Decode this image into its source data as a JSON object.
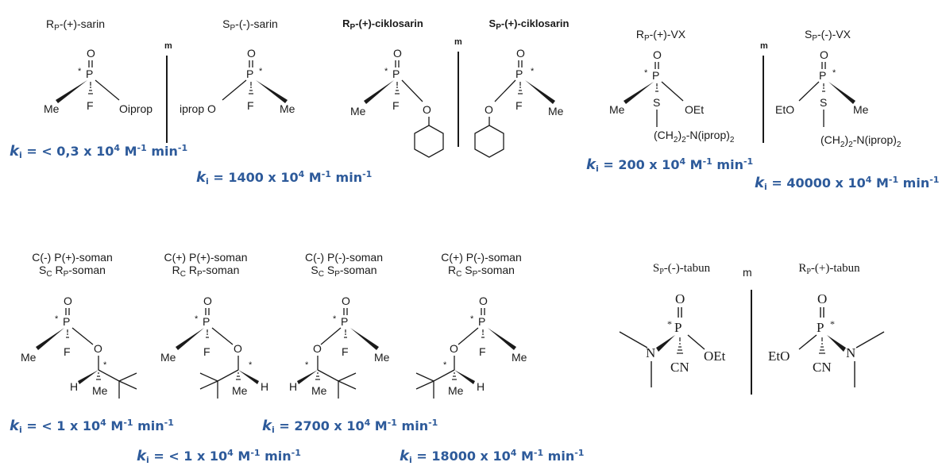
{
  "top_row": {
    "labels": [
      {
        "prefix": "R",
        "sub": "P",
        "suffix": "-(+)-sarin"
      },
      {
        "prefix": "S",
        "sub": "P",
        "suffix": "-(-)-sarin"
      },
      {
        "prefix": "R",
        "sub": "P",
        "suffix": "-(+)-ciklosarin"
      },
      {
        "prefix": "S",
        "sub": "P",
        "suffix": "-(+)-ciklosarin"
      },
      {
        "prefix": "R",
        "sub": "P",
        "suffix": "-(+)-VX"
      },
      {
        "prefix": "S",
        "sub": "P",
        "suffix": "-(-)-VX"
      }
    ],
    "mirror_mark": "m",
    "rates": [
      {
        "k": "k",
        "i": "i",
        "value": "= < 0,3 x 10",
        "exp": "4",
        "unit": " M",
        "uexp": "-1",
        "tail": " min",
        "texp": "-1"
      },
      {
        "k": "k",
        "i": "i",
        "value": "= 1400 x 10",
        "exp": "4",
        "unit": " M",
        "uexp": "-1",
        "tail": " min",
        "texp": "-1"
      },
      {
        "k": "k",
        "i": "i",
        "value": "= 200 x 10",
        "exp": "4",
        "unit": " M",
        "uexp": "-1",
        "tail": " min",
        "texp": "-1"
      },
      {
        "k": "k",
        "i": "i",
        "value": "= 40000 x 10",
        "exp": "4",
        "unit": " M",
        "uexp": "-1",
        "tail": " min",
        "texp": "-1"
      }
    ]
  },
  "bottom_row": {
    "soman_labels": [
      {
        "line1": "C(-) P(+)-soman",
        "l2a": "S",
        "l2sub": "C",
        "l2b": " R",
        "l2sub2": "P",
        "l2c": "-soman"
      },
      {
        "line1": "C(+) P(+)-soman",
        "l2a": "R",
        "l2sub": "C",
        "l2b": " R",
        "l2sub2": "P",
        "l2c": "-soman"
      },
      {
        "line1": "C(-) P(-)-soman",
        "l2a": "S",
        "l2sub": "C",
        "l2b": " S",
        "l2sub2": "P",
        "l2c": "-soman"
      },
      {
        "line1": "C(+) P(-)-soman",
        "l2a": "R",
        "l2sub": "C",
        "l2b": " S",
        "l2sub2": "P",
        "l2c": "-soman"
      }
    ],
    "tabun_labels": [
      {
        "prefix": "S",
        "sub": "P",
        "suffix": "-(-)-tabun"
      },
      {
        "prefix": "R",
        "sub": "P",
        "suffix": "-(+)-tabun"
      }
    ],
    "mirror_mark": "m",
    "rates": [
      {
        "k": "k",
        "i": "i",
        "value": "= < 1 x 10",
        "exp": "4",
        "unit": " M",
        "uexp": "-1",
        "tail": " min",
        "texp": "-1"
      },
      {
        "k": "k",
        "i": "i",
        "value": "= 2700 x 10",
        "exp": "4",
        "unit": " M",
        "uexp": "-1",
        "tail": " min",
        "texp": "-1"
      },
      {
        "k": "k",
        "i": "i",
        "value": "= < 1 x 10",
        "exp": "4",
        "unit": " M",
        "uexp": "-1",
        "tail": " min",
        "texp": "-1"
      },
      {
        "k": "k",
        "i": "i",
        "value": "= 18000 x 10",
        "exp": "4",
        "unit": " M",
        "uexp": "-1",
        "tail": " min",
        "texp": "-1"
      }
    ]
  },
  "atoms": {
    "O": "O",
    "P": "P",
    "F": "F",
    "S": "S",
    "N": "N",
    "H": "H",
    "Me": "Me",
    "Oiprop": "Oiprop",
    "ipropO": "iprop O",
    "OEt": "OEt",
    "EtO": "EtO",
    "CN": "CN",
    "star": "*",
    "ch2": "(CH",
    "ch2sub": "2",
    "ch2tail": ")",
    "amine": "-N(iprop)",
    "aminesub": "2"
  }
}
